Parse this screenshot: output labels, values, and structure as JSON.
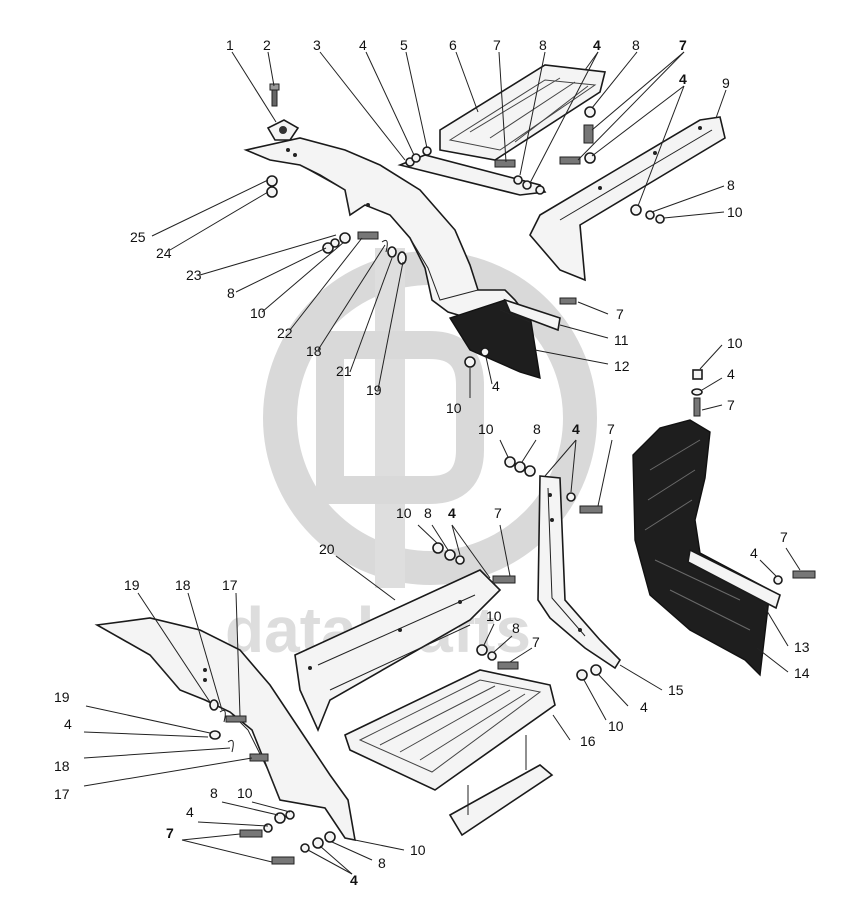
{
  "watermark": {
    "text": "datakrafts"
  },
  "callouts": {
    "c1": "1",
    "c2": "2",
    "c3": "3",
    "c4a": "4",
    "c5": "5",
    "c6": "6",
    "c7a": "7",
    "c8a": "8",
    "c4b": "4",
    "c8b": "8",
    "c7b": "7",
    "c4c": "4",
    "c9": "9",
    "c8c": "8",
    "c10a": "10",
    "c25": "25",
    "c24": "24",
    "c23": "23",
    "c8d": "8",
    "c10b": "10",
    "c22": "22",
    "c18a": "18",
    "c21": "21",
    "c19a": "19",
    "c7c": "7",
    "c11": "11",
    "c12": "12",
    "c4d": "4",
    "c10c": "10",
    "c10d": "10",
    "c4e": "4",
    "c7d": "7",
    "c10e": "10",
    "c8e": "8",
    "c4f": "4",
    "c7e": "7",
    "c10f": "10",
    "c8f": "8",
    "c4g": "4",
    "c7f": "7",
    "c20": "20",
    "c19b": "19",
    "c18b": "18",
    "c17a": "17",
    "c10g": "10",
    "c8g": "8",
    "c7g": "7",
    "c19c": "19",
    "c4h": "4",
    "c18c": "18",
    "c17b": "17",
    "c8h": "8",
    "c10h": "10",
    "c4i": "4",
    "c7h": "7",
    "c10i": "10",
    "c8i": "8",
    "c4j": "4",
    "c16": "16",
    "c15": "15",
    "c4k": "4",
    "c10j": "10",
    "c13": "13",
    "c14": "14",
    "c7i": "7",
    "c4l": "4"
  }
}
